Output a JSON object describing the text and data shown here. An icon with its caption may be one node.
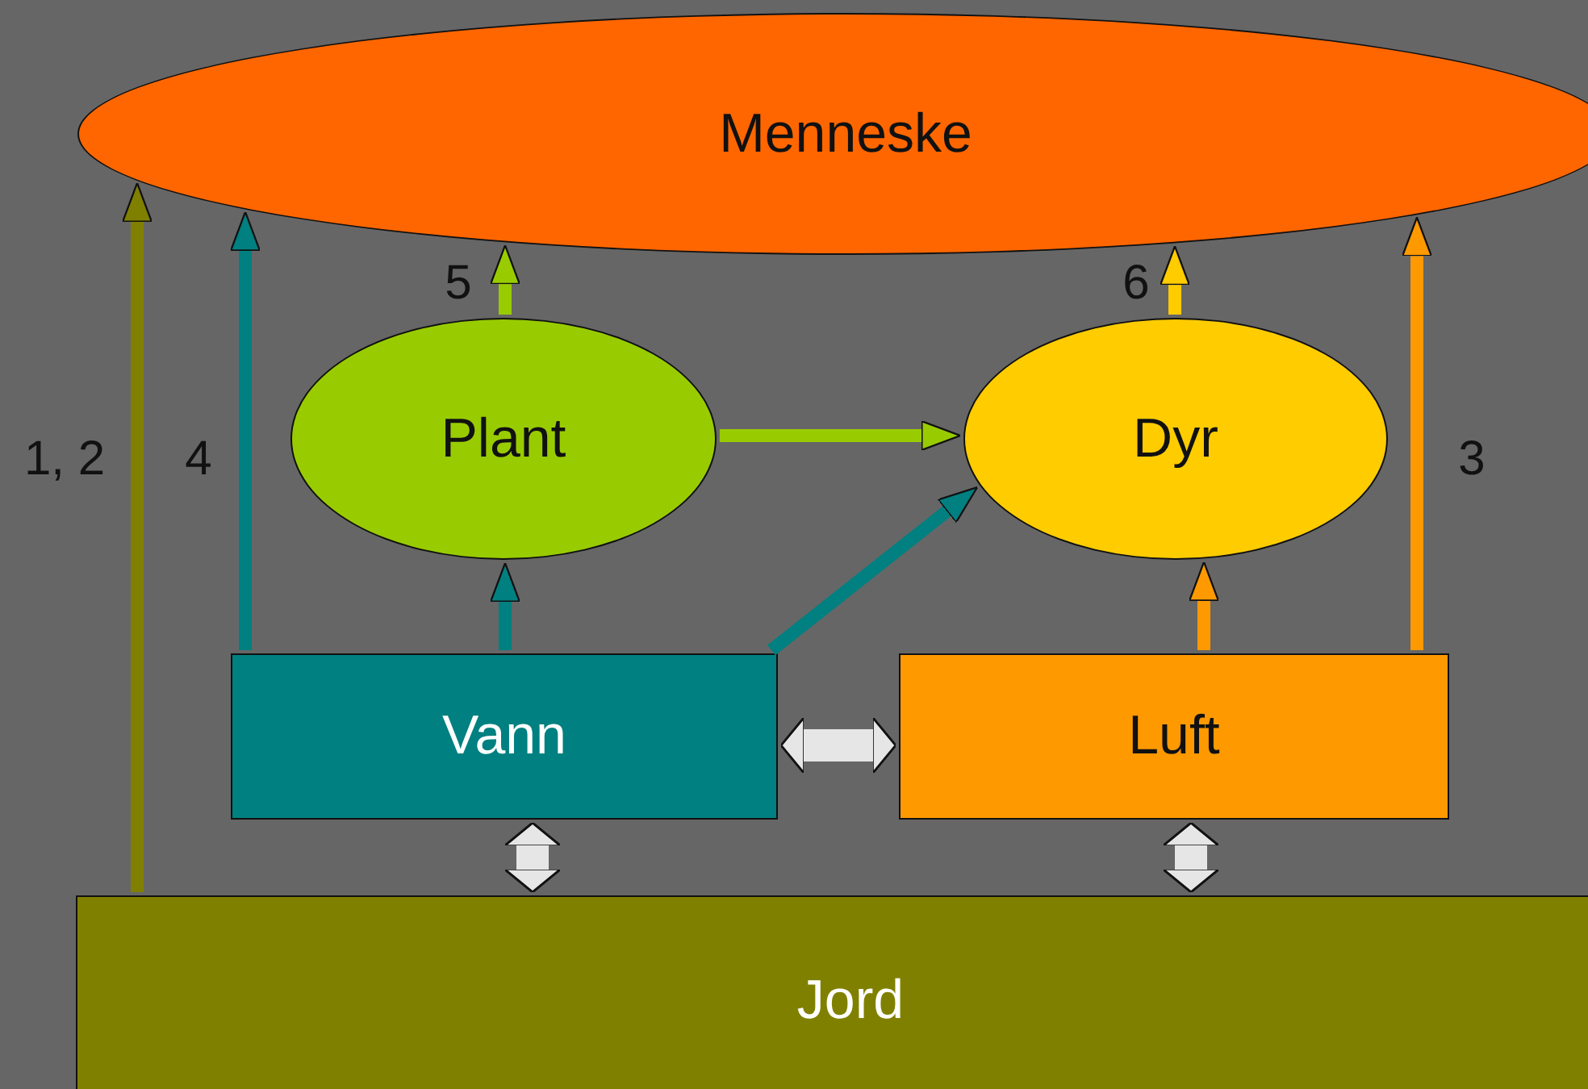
{
  "diagram": {
    "nodes": [
      {
        "text": [
          "Menneske"
        ]
      },
      {
        "text": [
          "Plant"
        ]
      },
      {
        "text": [
          "Dyr"
        ]
      },
      {
        "text": [
          "Vann"
        ]
      },
      {
        "text": [
          "Luft"
        ]
      },
      {
        "text": [
          "Jord"
        ]
      }
    ],
    "edges": [
      {
        "from": 5,
        "to": 0,
        "arrow": "to",
        "label": "1, 2",
        "color": "#808000"
      },
      {
        "from": 3,
        "to": 0,
        "arrow": "to",
        "label": "4",
        "color": "#008080"
      },
      {
        "from": 1,
        "to": 0,
        "arrow": "to",
        "label": "5",
        "color": "#99cc00"
      },
      {
        "from": 2,
        "to": 0,
        "arrow": "to",
        "label": "6",
        "color": "#ffcc00"
      },
      {
        "from": 4,
        "to": 0,
        "arrow": "to",
        "label": "3",
        "color": "#ff9900"
      },
      {
        "from": 1,
        "to": 2,
        "arrow": "to",
        "color": "#99cc00"
      },
      {
        "from": 3,
        "to": 1,
        "arrow": "to",
        "color": "#008080"
      },
      {
        "from": 3,
        "to": 2,
        "arrow": "to",
        "color": "#008080"
      },
      {
        "from": 4,
        "to": 2,
        "arrow": "to",
        "color": "#ff9900"
      },
      {
        "from": 3,
        "to": 4,
        "arrow": "both",
        "style": "thick",
        "color": "#e6e6e6"
      },
      {
        "from": 3,
        "to": 5,
        "arrow": "both",
        "style": "thick",
        "color": "#e6e6e6"
      },
      {
        "from": 4,
        "to": 5,
        "arrow": "both",
        "style": "thick",
        "color": "#e6e6e6"
      }
    ]
  }
}
